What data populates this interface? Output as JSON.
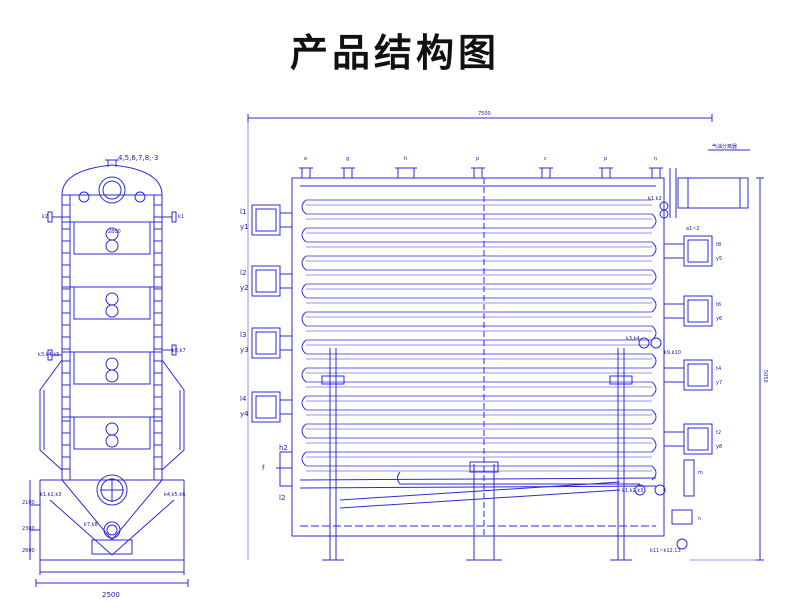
{
  "title": "产品结构图",
  "colors": {
    "line": "#2b2bd6",
    "text": "#1a1aa8",
    "title": "#111111"
  },
  "left_view": {
    "top_label": "4,5,6,7,8,-3",
    "width_dim": "2500",
    "inner_dim": "2800",
    "labels": [
      "k2",
      "k1",
      "k3,k4,k5",
      "k6,k7",
      "k1,k2,k3",
      "k4,k5,k6",
      "k7,k8",
      "2100",
      "2300",
      "2600"
    ]
  },
  "right_view": {
    "length_dim": "7500",
    "height_dim": "5050",
    "separator_label": "气油分离器",
    "top_nozzles": [
      "e",
      "g",
      "h",
      "p",
      "c",
      "p",
      "n"
    ],
    "left_ports": [
      "l1",
      "y1",
      "l2",
      "y2",
      "l3",
      "y3",
      "l4",
      "y4"
    ],
    "bottom_left_labels": [
      "h2",
      "f",
      "l2"
    ],
    "right_ports": [
      "y5",
      "y6",
      "y7",
      "y8"
    ],
    "right_labels": [
      "t8",
      "t6",
      "t4",
      "t2"
    ],
    "right_misc": [
      "k1,k2",
      "a1~2",
      "k3,k4",
      "k9,k10",
      "k1,k2,k3",
      "m",
      "n",
      "k11~k12,13"
    ]
  }
}
